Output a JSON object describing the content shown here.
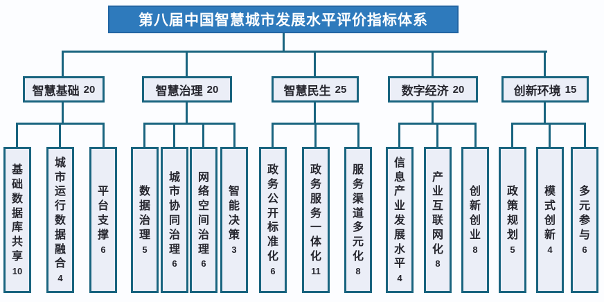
{
  "title": "第八届中国智慧城市发展水平评价指标体系",
  "colors": {
    "root_fill": "#2e7abc",
    "connector": "#19647f",
    "box_fill": "#ebeef7",
    "box_border": "#19647f",
    "text_dark": "#26262e",
    "title_text": "#ffffff"
  },
  "tree": {
    "groups": [
      {
        "label": "智慧基础",
        "score": "20",
        "leaves": [
          {
            "label": "基础数据库共享",
            "score": "10"
          },
          {
            "label": "城市运行数据融合",
            "score": "4"
          },
          {
            "label": "平台支撑",
            "score": "6"
          }
        ]
      },
      {
        "label": "智慧治理",
        "score": "20",
        "leaves": [
          {
            "label": "数据治理",
            "score": "5"
          },
          {
            "label": "城市协同治理",
            "score": "6"
          },
          {
            "label": "网络空间治理",
            "score": "6"
          },
          {
            "label": "智能决策",
            "score": "3"
          }
        ]
      },
      {
        "label": "智慧民生",
        "score": "25",
        "leaves": [
          {
            "label": "政务公开标准化",
            "score": "6"
          },
          {
            "label": "政务服务一体化",
            "score": "11"
          },
          {
            "label": "服务渠道多元化",
            "score": "8"
          }
        ]
      },
      {
        "label": "数字经济",
        "score": "20",
        "leaves": [
          {
            "label": "信息产业发展水平",
            "score": "4"
          },
          {
            "label": "产业互联网化",
            "score": "8"
          },
          {
            "label": "创新创业",
            "score": "8"
          }
        ]
      },
      {
        "label": "创新环境",
        "score": "15",
        "leaves": [
          {
            "label": "政策规划",
            "score": "5"
          },
          {
            "label": "模式创新",
            "score": "4"
          },
          {
            "label": "多元参与",
            "score": "6"
          }
        ]
      }
    ]
  }
}
